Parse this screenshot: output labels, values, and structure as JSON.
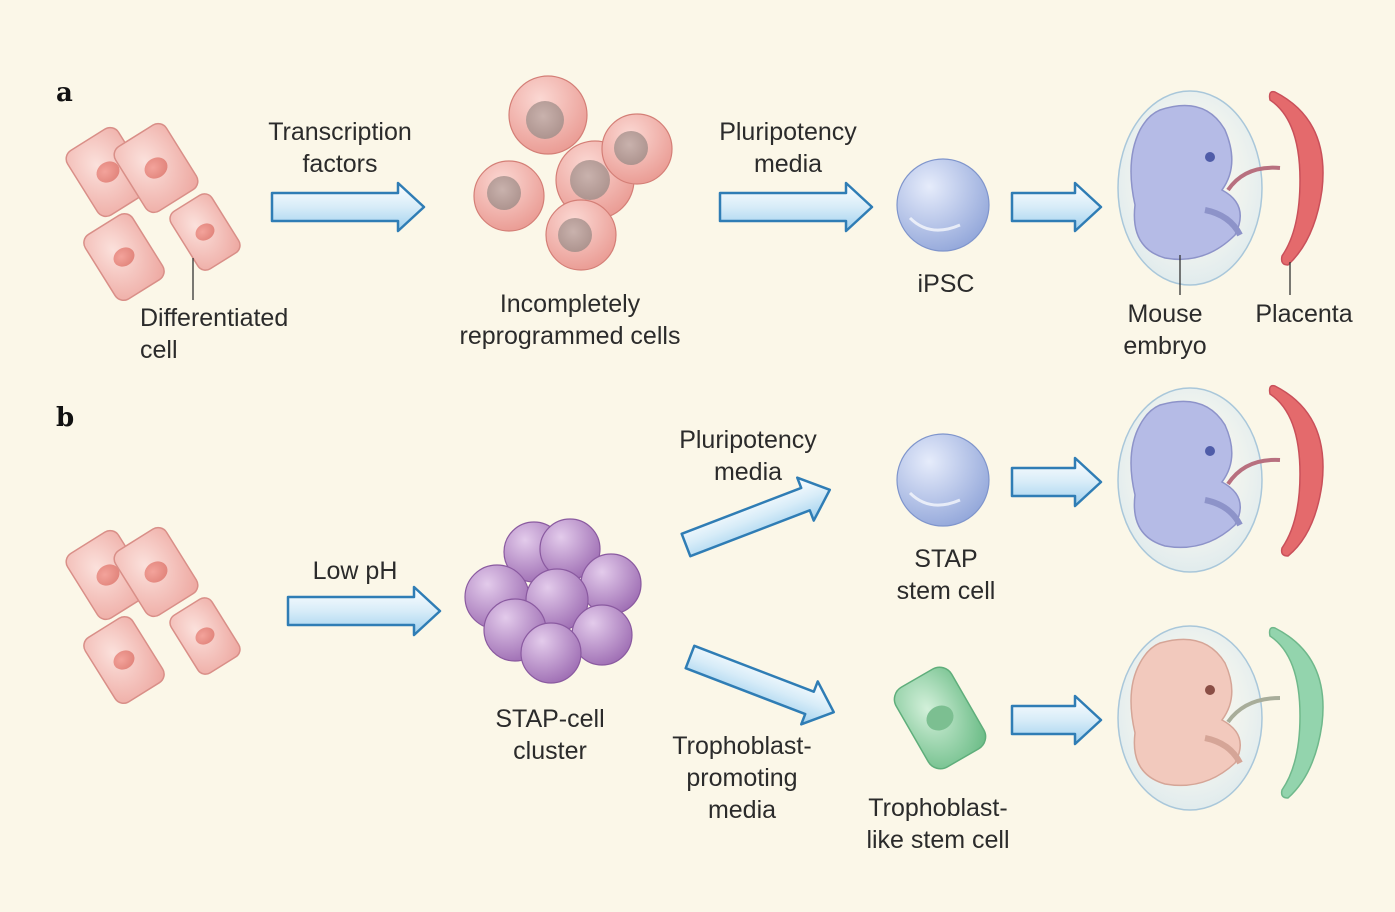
{
  "panels": {
    "a": "a",
    "b": "b"
  },
  "panel_a": {
    "label_diff_1": "Differentiated",
    "label_diff_2": "cell",
    "arrow1_label_1": "Transcription",
    "arrow1_label_2": "factors",
    "label_incomplete_1": "Incompletely",
    "label_incomplete_2": "reprogrammed cells",
    "arrow2_label_1": "Pluripotency",
    "arrow2_label_2": "media",
    "label_ipsc": "iPSC",
    "label_mouse_1": "Mouse",
    "label_mouse_2": "embryo",
    "label_placenta": "Placenta"
  },
  "panel_b": {
    "arrow1_label": "Low pH",
    "label_cluster_1": "STAP-cell",
    "label_cluster_2": "cluster",
    "arrow_up_label_1": "Pluripotency",
    "arrow_up_label_2": "media",
    "label_stap_stem_1": "STAP",
    "label_stap_stem_2": "stem cell",
    "arrow_down_label_1": "Trophoblast-",
    "arrow_down_label_2": "promoting",
    "arrow_down_label_3": "media",
    "label_tropho_1": "Trophoblast-",
    "label_tropho_2": "like stem cell"
  },
  "colors": {
    "background": "#fbf7e8",
    "differentiated_cell": "#f3bcb6",
    "incomplete_cell": "#f0aba2",
    "ipsc": "#b7c5ea",
    "stap_cluster": "#b98cc8",
    "trophoblast_cell": "#9fd6ad",
    "embryo_blue": "#b7bde8",
    "embryo_pink": "#f2c9bd",
    "placenta_red": "#e46a6c",
    "placenta_green": "#93d4ad",
    "arrow_outline": "#2f7db5"
  }
}
